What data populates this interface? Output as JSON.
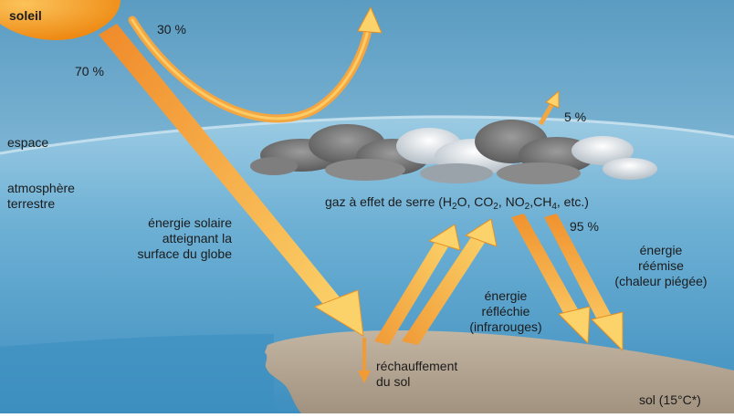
{
  "labels": {
    "sun": "soleil",
    "reflected_pct": "30 %",
    "incoming_pct": "70 %",
    "space": "espace",
    "atmosphere_1": "atmosphère",
    "atmosphere_2": "terrestre",
    "solar_1": "énergie solaire",
    "solar_2": "atteignant la",
    "solar_3": "surface du globe",
    "escape_pct": "5 %",
    "gases_prefix": "gaz à effet de serre (H",
    "gases_sub1": "2",
    "gases_mid1": "O, CO",
    "gases_sub2": "2",
    "gases_mid2": ", NO",
    "gases_sub3": "2",
    "gases_mid3": ",CH",
    "gases_sub4": "4",
    "gases_suffix": ", etc.)",
    "trapped_pct": "95 %",
    "reemitted_1": "énergie",
    "reemitted_2": "réémise",
    "reemitted_3": "(chaleur piégée)",
    "reflected_1": "énergie",
    "reflected_2": "réfléchie",
    "reflected_3": "(infrarouges)",
    "ground_1": "réchauffement",
    "ground_2": "du sol",
    "soil": "sol (15°C*)"
  },
  "colors": {
    "sky_top": "#5f9fc4",
    "sky_mid": "#8cc1dd",
    "atmosphere": "#6aaed3",
    "ground": "#b4a592",
    "sun": "#f29a1c",
    "arrow": "#f4a640",
    "arrow_light": "#fbd36a"
  }
}
